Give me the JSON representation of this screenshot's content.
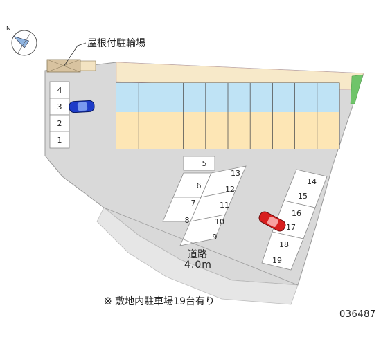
{
  "compass": {
    "label": "N",
    "icon": "north-arrow-icon"
  },
  "labels": {
    "bicycle_parking": "屋根付駐輪場",
    "road_name": "道路",
    "road_width": "4.0m",
    "footnote": "※ 敷地内駐車場19台有り",
    "property_code": "036487"
  },
  "parking_spaces": [
    "1",
    "2",
    "3",
    "4",
    "5",
    "6",
    "7",
    "8",
    "9",
    "10",
    "11",
    "12",
    "13",
    "14",
    "15",
    "16",
    "17",
    "18",
    "19"
  ],
  "vehicles": [
    {
      "name": "blue-car",
      "color": "#1e3cc8"
    },
    {
      "name": "red-car",
      "color": "#d81e1e"
    }
  ],
  "colors": {
    "lot": "#d9d9d9",
    "building_cream": "#fde6b5",
    "building_blue": "#bfe3f5",
    "greenery": "#6fc46a",
    "bike_shed": "#d8c3a0"
  }
}
